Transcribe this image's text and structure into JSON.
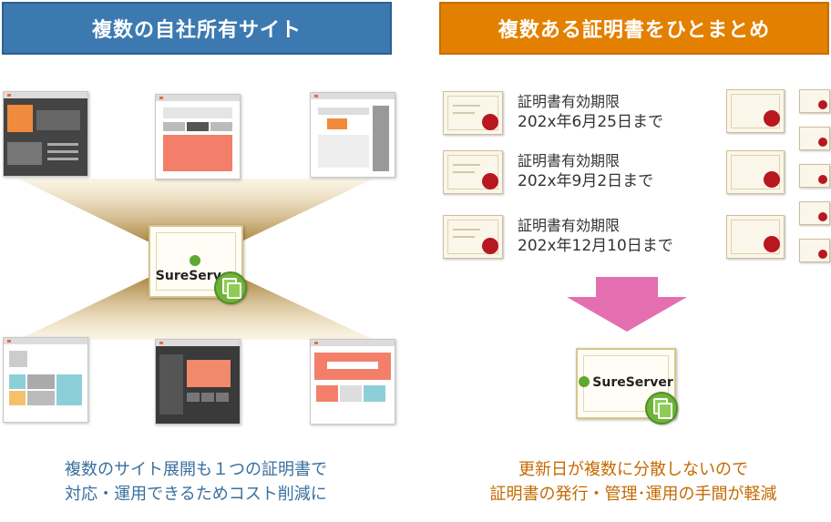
{
  "left": {
    "header": "複数の自社所有サイト",
    "center_cert_brand": "SureServer",
    "caption_line1": "複数のサイト展開も１つの証明書で",
    "caption_line2": "対応・運用できるためコスト削減に"
  },
  "right": {
    "header": "複数ある証明書をひとまとめ",
    "certs": [
      {
        "label": "証明書有効期限",
        "date": "202x年6月25日まで"
      },
      {
        "label": "証明書有効期限",
        "date": "202x年9月2日まで"
      },
      {
        "label": "証明書有効期限",
        "date": "202x年12月10日まで"
      }
    ],
    "result_cert_brand": "SureServer",
    "caption_line1": "更新日が複数に分散しないので",
    "caption_line2": "証明書の発行・管理･運用の手間が軽減"
  },
  "colors": {
    "left_header": "#3c79b0",
    "right_header": "#e38000",
    "arrow": "#e46fb0",
    "seal": "#b8171f",
    "badge": "#6fb33a"
  }
}
